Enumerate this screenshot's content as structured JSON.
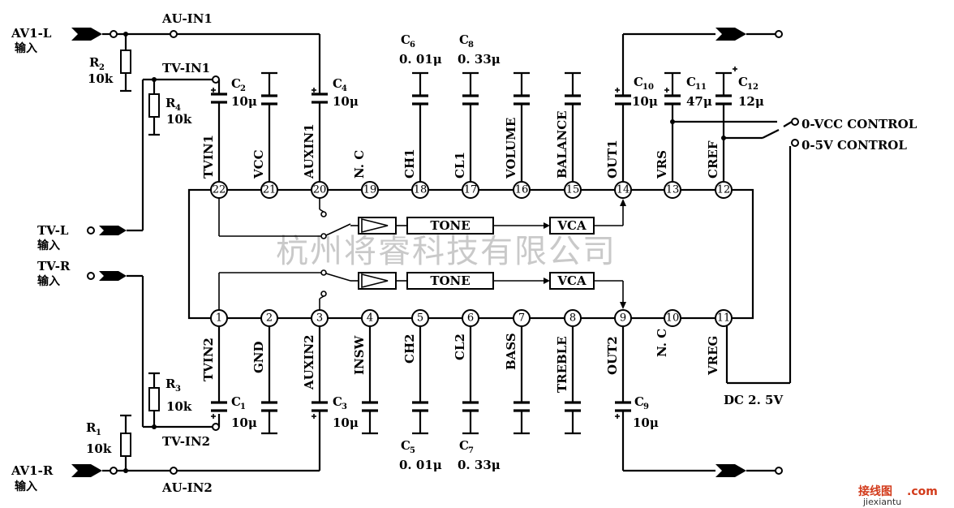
{
  "watermark": "杭州将睿科技有限公司",
  "inputs": {
    "av1_l": "AV1-L",
    "av1_l_sub": "输入",
    "tv_l": "TV-L",
    "tv_l_sub": "输入",
    "tv_r": "TV-R",
    "tv_r_sub": "输入",
    "av1_r": "AV1-R",
    "av1_r_sub": "输入"
  },
  "nets": {
    "au_in1": "AU-IN1",
    "tv_in1": "TV-IN1",
    "tv_in2": "TV-IN2",
    "au_in2": "AU-IN2"
  },
  "resistors": [
    {
      "ref": "R",
      "sub": "2",
      "value": "10k"
    },
    {
      "ref": "R",
      "sub": "4",
      "value": "10k"
    },
    {
      "ref": "R",
      "sub": "3",
      "value": "10k"
    },
    {
      "ref": "R",
      "sub": "1",
      "value": "10k"
    }
  ],
  "capacitors_top": [
    {
      "ref": "C",
      "sub": "2",
      "value": "10μ"
    },
    {
      "ref": "C",
      "sub": "4",
      "value": "10μ"
    },
    {
      "ref": "C",
      "sub": "6",
      "value": "0. 01μ"
    },
    {
      "ref": "C",
      "sub": "8",
      "value": "0. 33μ"
    },
    {
      "ref": "C",
      "sub": "10",
      "value": "10μ"
    },
    {
      "ref": "C",
      "sub": "11",
      "value": "47μ"
    },
    {
      "ref": "C",
      "sub": "12",
      "value": "12μ"
    }
  ],
  "capacitors_bottom": [
    {
      "ref": "C",
      "sub": "1",
      "value": "10μ"
    },
    {
      "ref": "C",
      "sub": "3",
      "value": "10μ"
    },
    {
      "ref": "C",
      "sub": "5",
      "value": "0. 01μ"
    },
    {
      "ref": "C",
      "sub": "7",
      "value": "0. 33μ"
    },
    {
      "ref": "C",
      "sub": "9",
      "value": "10μ"
    }
  ],
  "pins_top": [
    {
      "num": "22",
      "name": "TVIN1"
    },
    {
      "num": "21",
      "name": "VCC"
    },
    {
      "num": "20",
      "name": "AUXIN1"
    },
    {
      "num": "19",
      "name": "N. C"
    },
    {
      "num": "18",
      "name": "CH1"
    },
    {
      "num": "17",
      "name": "CL1"
    },
    {
      "num": "16",
      "name": "VOLUME"
    },
    {
      "num": "15",
      "name": "BALANCE"
    },
    {
      "num": "14",
      "name": "OUT1"
    },
    {
      "num": "13",
      "name": "VRS"
    },
    {
      "num": "12",
      "name": "CREF"
    }
  ],
  "pins_bottom": [
    {
      "num": "1",
      "name": "TVIN2"
    },
    {
      "num": "2",
      "name": "GND"
    },
    {
      "num": "3",
      "name": "AUXIN2"
    },
    {
      "num": "4",
      "name": "INSW"
    },
    {
      "num": "5",
      "name": "CH2"
    },
    {
      "num": "6",
      "name": "CL2"
    },
    {
      "num": "7",
      "name": "BASS"
    },
    {
      "num": "8",
      "name": "TREBLE"
    },
    {
      "num": "9",
      "name": "OUT2"
    },
    {
      "num": "10",
      "name": "N. C"
    },
    {
      "num": "11",
      "name": "VREG"
    }
  ],
  "blocks": {
    "tone": "TONE",
    "vca": "VCA"
  },
  "control": {
    "vcc": "0-VCC CONTROL",
    "five_v": "0-5V CONTROL",
    "dc": "DC 2. 5V"
  },
  "logo": {
    "main": "接线图",
    "dot_com": ".com",
    "site": "jiexiantu"
  }
}
